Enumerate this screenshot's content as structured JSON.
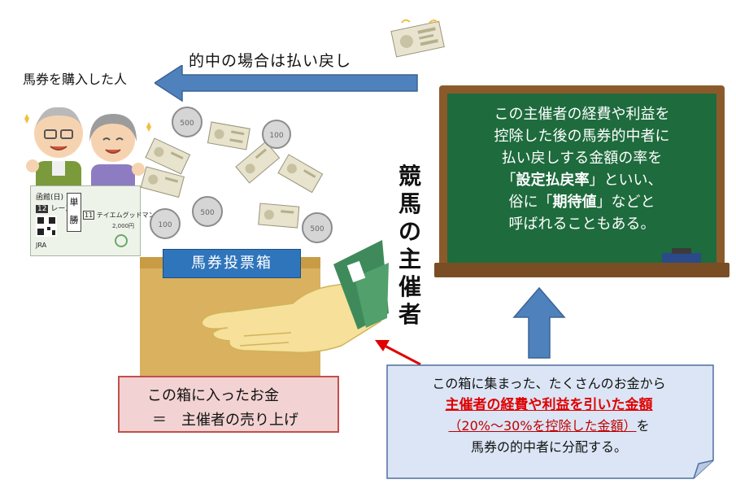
{
  "diagram": {
    "payout_label": "的中の場合は払い戻し",
    "buyer_label": "馬券を購入した人",
    "box_label": "馬券投票箱",
    "revenue_box": {
      "line1": "この箱に入ったお金",
      "line2": "＝　主催者の売り上げ"
    },
    "organizer_label": [
      "競",
      "馬",
      "の",
      "主",
      "催",
      "者"
    ],
    "blackboard": {
      "line1": "この主催者の経費や利益を",
      "line2": "控除した後の馬券的中者に",
      "line3": "払い戻しする金額の率を",
      "line4_pre": "「",
      "line4_bold": "設定払戻率",
      "line4_post": "」といい、",
      "line5_pre": "俗に「",
      "line5_bold": "期待値",
      "line5_post": "」などと",
      "line6": "呼ばれることもある。"
    },
    "note": {
      "line1": "この箱に集まった、たくさんのお金から",
      "line2": "主催者の経費や利益を引いた金額",
      "line3_paren": "（20%～30%を控除した金額）",
      "line3_post": "を",
      "line4": "馬券の的中者に分配する。"
    },
    "ticket": {
      "venue": "函館(日)",
      "race": "12",
      "race_suffix": "レース",
      "bet_type_1": "単",
      "bet_type_2": "勝",
      "horse_no": "11",
      "horse_name": "テイエムグッドマン",
      "price": "2,000円",
      "issuer": "JRA"
    },
    "coin_values": [
      "500",
      "100"
    ],
    "colors": {
      "arrow_blue": "#4f81bd",
      "box_label_blue": "#2f75bb",
      "board_green": "#1e6b3d",
      "board_frame": "#8b5a2b",
      "revenue_pink": "#f2d2d2",
      "revenue_border": "#c0504d",
      "note_blue": "#dbe5f5",
      "highlight_red": "#e00000"
    }
  }
}
